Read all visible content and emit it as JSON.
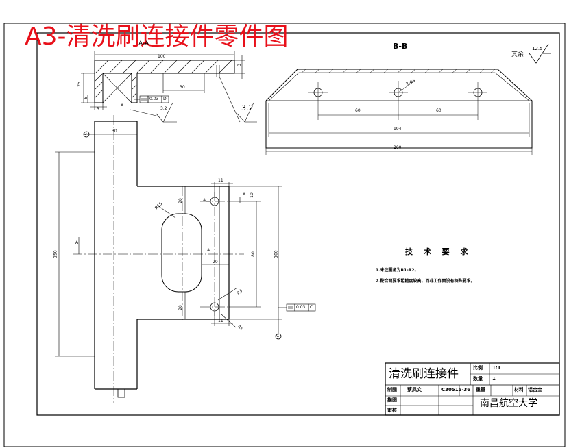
{
  "overlay_title": "A3-清洗刷连接件零件图",
  "section_bb_label": "B-B",
  "section_aa_label": "A-A",
  "roughness": {
    "general_label": "其余",
    "general_value": "12.5",
    "value_left": "3.2",
    "value_top": "3.2"
  },
  "tolerance": {
    "flatness_d_value": "0.03",
    "flatness_d_datum": "D",
    "flatness_c_value": "0.03",
    "flatness_c_datum": "C"
  },
  "datums": {
    "d": "D",
    "c": "C",
    "b": "B",
    "a": "A"
  },
  "dimensions": {
    "top_100": "100",
    "top_30": "30",
    "top_3": "3",
    "left_25": "25",
    "left_6": "6",
    "left_3": "3",
    "stem_30": "30",
    "slot_11_top": "11",
    "slot_10": "10",
    "r15": "R15",
    "dim_20_upper": "20",
    "dim_20_mid": "20",
    "dim_20_lower": "20",
    "dim_80": "80",
    "dim_100_right": "100",
    "dim_150": "150",
    "r3": "R3",
    "slot_11_bottom": "11",
    "r5": "R5",
    "bb_3x6": "3-Φ6",
    "bb_60_left": "60",
    "bb_60_right": "60",
    "bb_194": "194",
    "bb_200": "200"
  },
  "tech_requirements": {
    "title": "技 术 要 求",
    "items": [
      "1.未注圆角为R1-R2。",
      "2.配合面要求粗糙度较高，而非工作面没有特殊要求。"
    ]
  },
  "title_block": {
    "part_name": "清洗刷连接件",
    "scale_label": "比例",
    "scale_value": "1:1",
    "qty_label": "数量",
    "qty_value": "1",
    "drawer_label": "制图",
    "drawer_name": "蔡凤文",
    "drawing_no": "C30515-36",
    "weight_label": "重量",
    "material_label": "材料",
    "material_value": "铝合金",
    "drafting_label": "描图",
    "review_label": "审核",
    "school": "南昌航空大学"
  }
}
